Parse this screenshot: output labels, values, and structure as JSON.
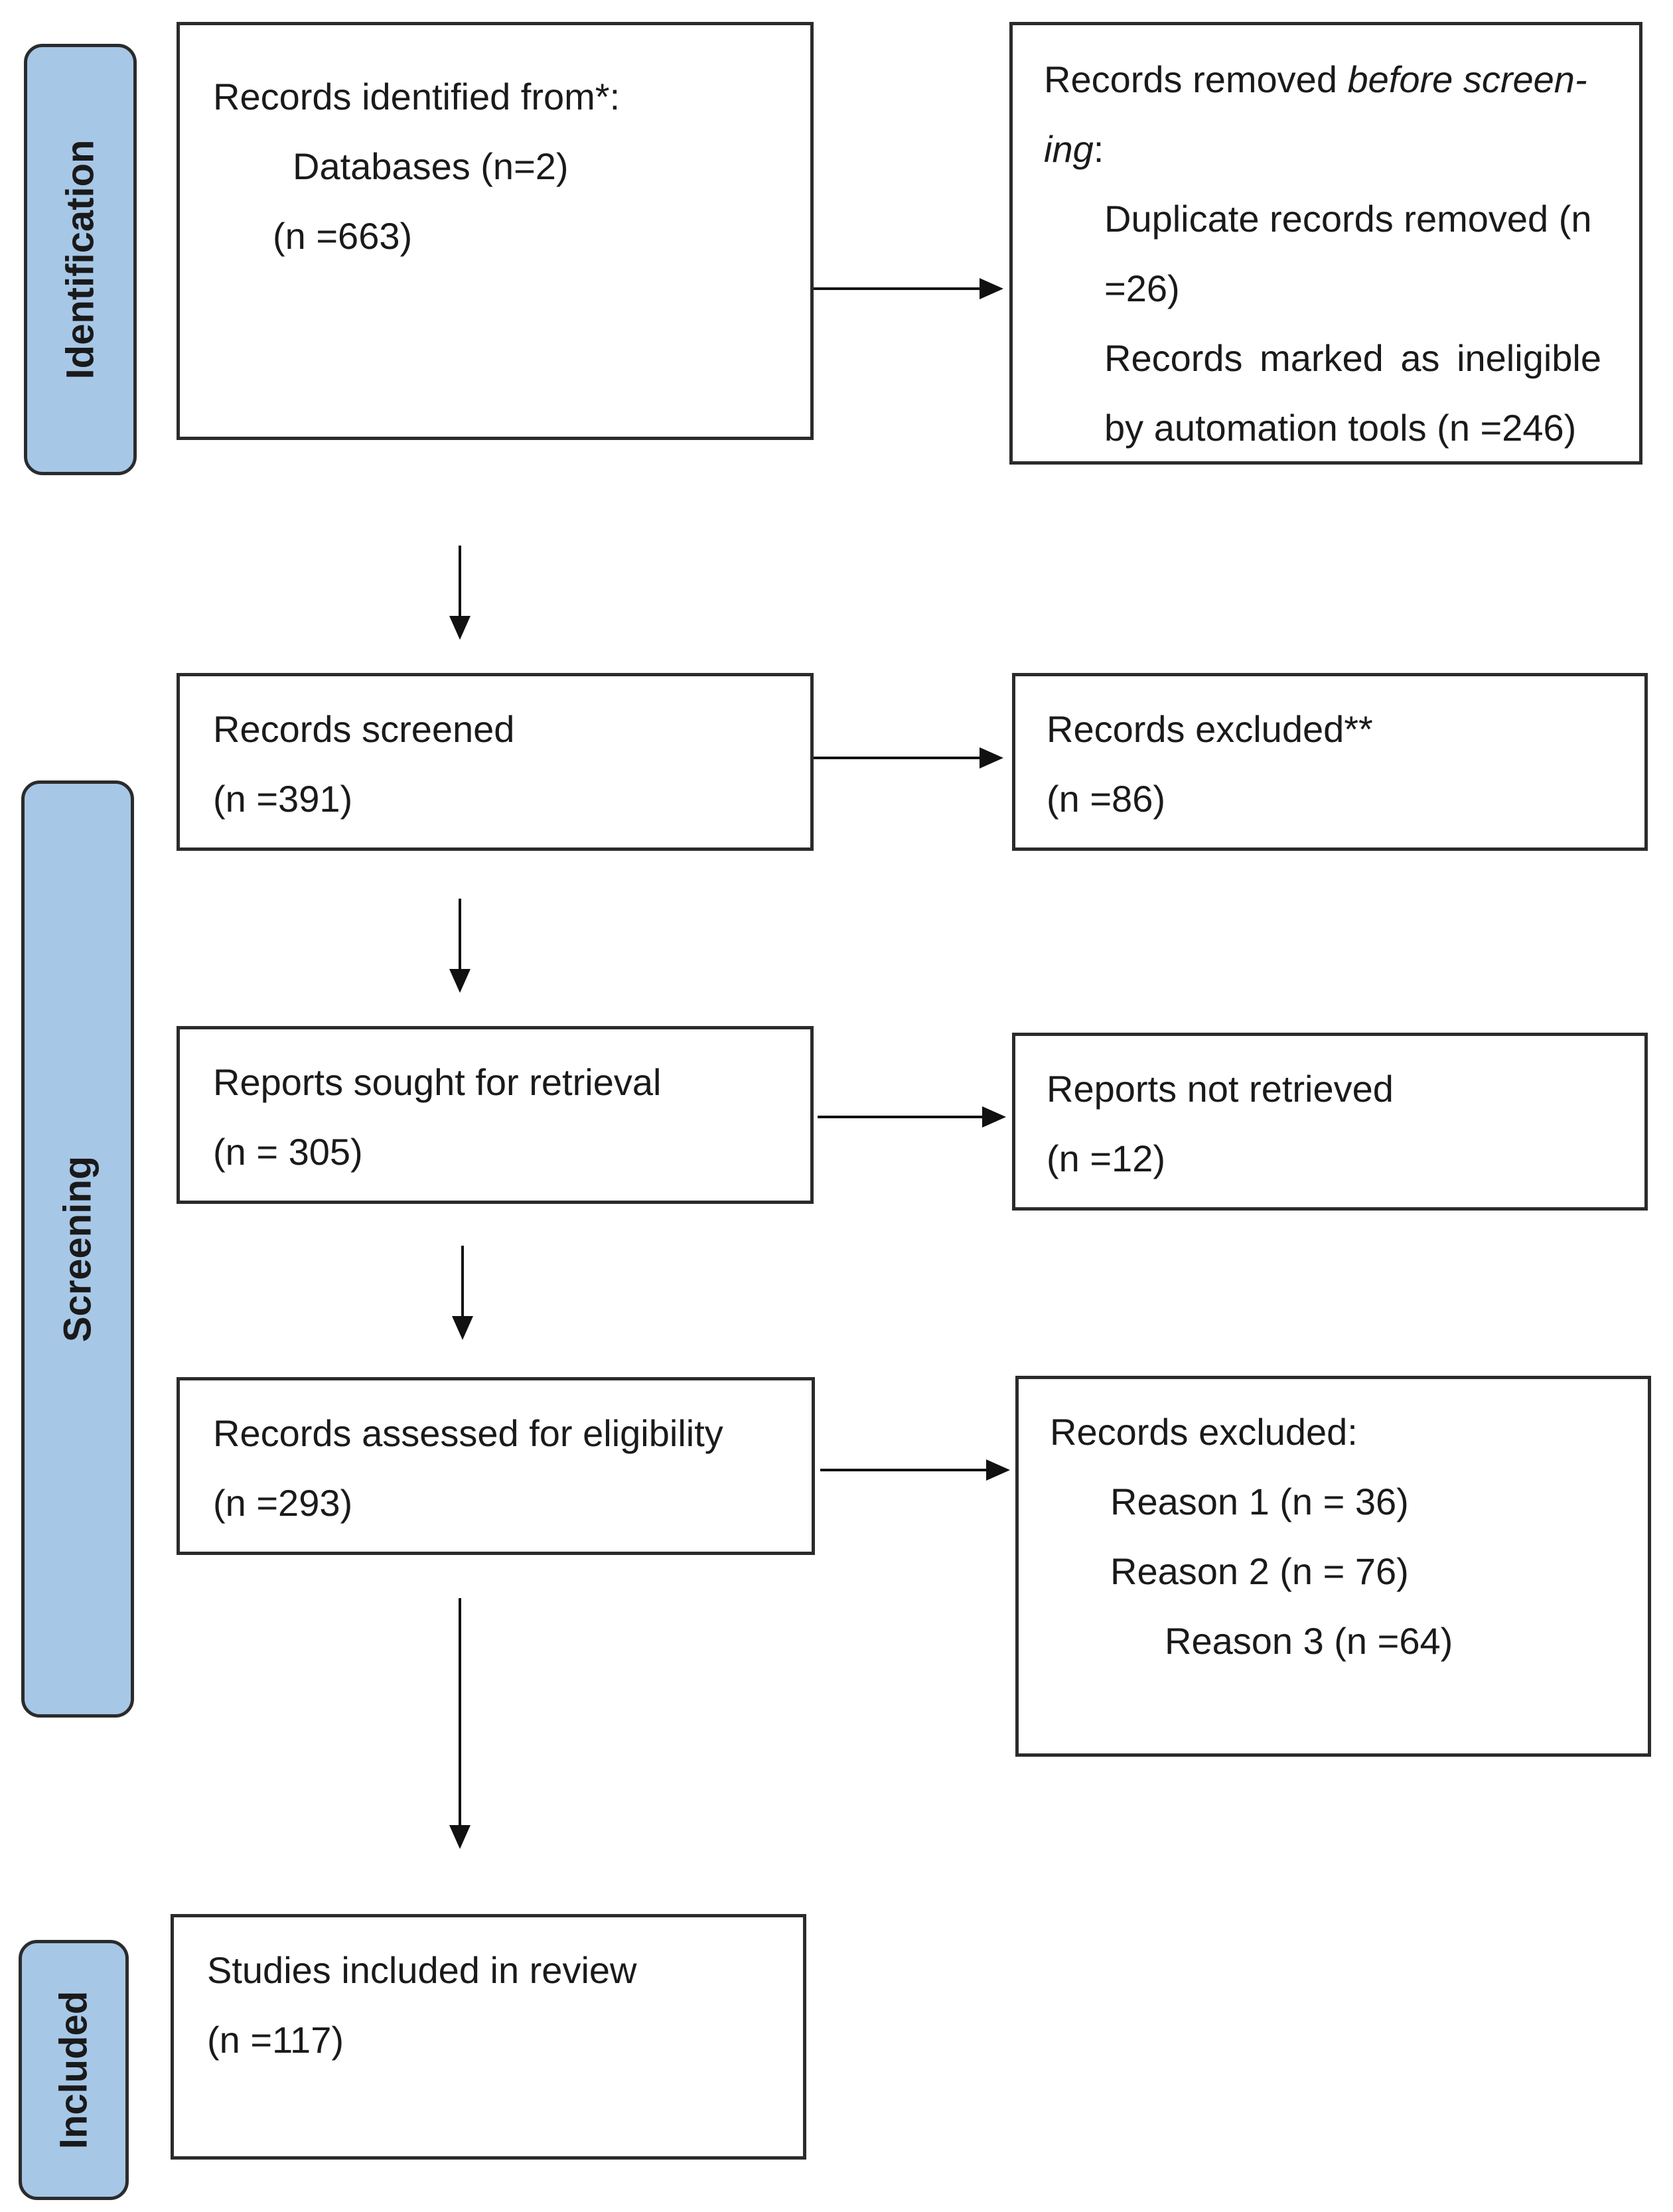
{
  "stages": {
    "identification": "Identification",
    "screening": "Screening",
    "included": "Included"
  },
  "identification": {
    "line1": "Records identified from*:",
    "line2": "Databases (n=2)",
    "line3": "(n =663)"
  },
  "removed": {
    "line1_a": "Records removed ",
    "line1_b": "before screen-",
    "line2_a": "ing",
    "line2_b": ":",
    "line3": "Duplicate records removed (n",
    "line4": "=26)",
    "line5": "Records marked as ineligible",
    "line6": "by automation tools (n =246)"
  },
  "screened": {
    "line1": "Records screened",
    "line2": "(n =391)"
  },
  "excluded1": {
    "line1": "Records excluded**",
    "line2": "(n =86)"
  },
  "sought": {
    "line1": "Reports sought for retrieval",
    "line2": "(n = 305)"
  },
  "not_retrieved": {
    "line1": "Reports not retrieved",
    "line2": "(n =12)"
  },
  "assessed": {
    "line1": "Records assessed for eligibility",
    "line2": "(n =293)"
  },
  "excluded2": {
    "line1": "Records excluded:",
    "line2": "Reason 1 (n = 36)",
    "line3": "Reason 2 (n = 76)",
    "line4": "Reason 3 (n =64)"
  },
  "included_box": {
    "line1": "Studies included in review",
    "line2": "(n =117)"
  }
}
